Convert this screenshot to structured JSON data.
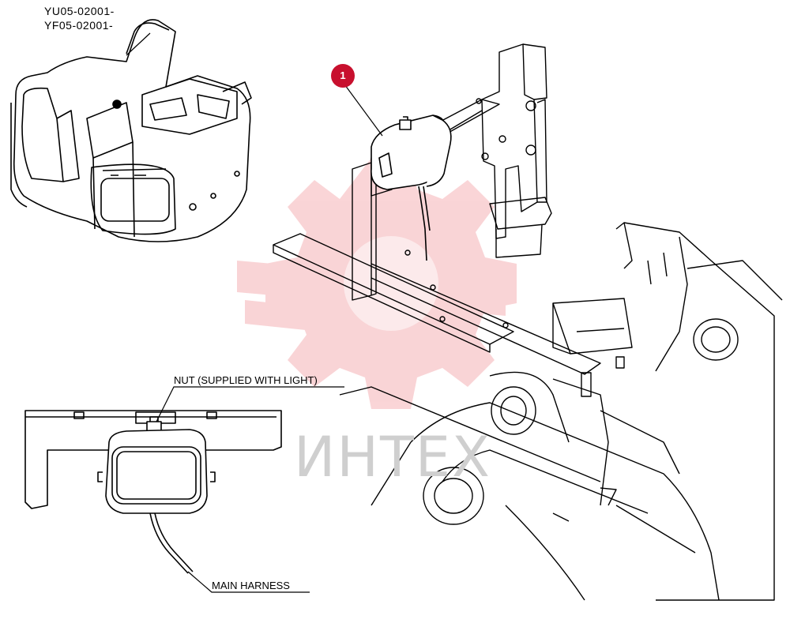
{
  "serial_numbers": [
    "YU05-02001-",
    "YF05-02001-"
  ],
  "callout": {
    "number": "1",
    "color": "#c8102e"
  },
  "labels": {
    "nut": "NUT (SUPPLIED WITH LIGHT)",
    "harness": "MAIN HARNESS"
  },
  "watermark": {
    "text": "ИНТЕХ",
    "color": "#e8404a"
  }
}
